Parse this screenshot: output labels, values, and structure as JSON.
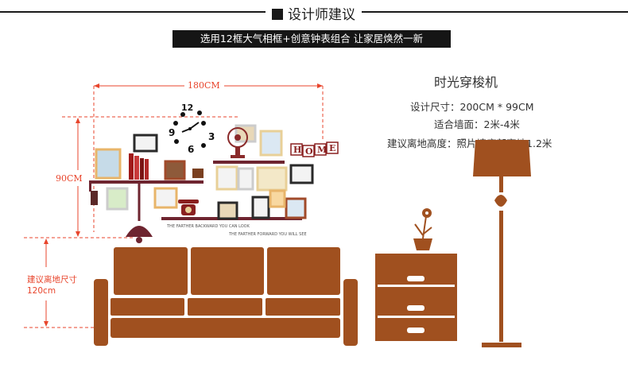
{
  "header": {
    "title": "设计师建议"
  },
  "banner": {
    "text": "选用12框大气相框+创意钟表组合 让家居焕然一新"
  },
  "product": {
    "name": "时光穿梭机",
    "specs": [
      {
        "label": "设计尺寸：",
        "value": "200CM * 99CM"
      },
      {
        "label": "适合墙面：",
        "value": "2米-4米"
      },
      {
        "label": "建议离地高度：",
        "value": "照片墙底部离地1.2米"
      }
    ]
  },
  "dimensions": {
    "width_label": "180CM",
    "height_label": "90CM",
    "floor_label_1": "建议离地尺寸",
    "floor_label_2": "120cm"
  },
  "clock": {
    "numbers": [
      "12",
      "3",
      "6",
      "9"
    ]
  },
  "wall_art": {
    "home_letters": [
      "H",
      "O",
      "M",
      "E"
    ],
    "shelf_text_1": "THE FARTHER BACKWARD YOU CAN LOOK",
    "shelf_text_2": "THE FARTHER FORWARD YOU WILL SEE"
  },
  "colors": {
    "furniture": "#a0501f",
    "accent_red": "#e8452c",
    "shelf": "#6e2530"
  }
}
